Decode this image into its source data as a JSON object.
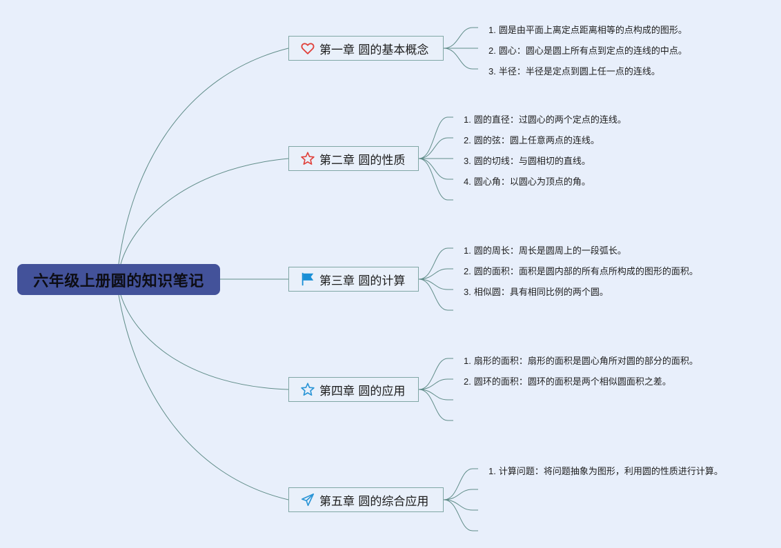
{
  "title": "六年级上册圆的知识笔记",
  "colors": {
    "background": "#e8effb",
    "root_fill": "#43529a",
    "branch_line": "#5f8c88",
    "node_border": "#7fa6a4",
    "heart": "#e0413b",
    "star_red": "#e0413b",
    "flag": "#1a8fd6",
    "star_blue": "#2a95d6",
    "plane": "#2a95d6"
  },
  "chapters": [
    {
      "label": "第一章 圆的基本概念",
      "icon": "heart-icon",
      "items": [
        {
          "num": "1.",
          "text": "圆是由平面上离定点距离相等的点构成的图形。"
        },
        {
          "num": "2.",
          "text": "圆心：圆心是圆上所有点到定点的连线的中点。"
        },
        {
          "num": "3.",
          "text": "半径：半径是定点到圆上任一点的连线。"
        }
      ],
      "empty_slots": 0
    },
    {
      "label": "第二章 圆的性质",
      "icon": "star-red-icon",
      "items": [
        {
          "num": "1.",
          "text": "圆的直径：过圆心的两个定点的连线。"
        },
        {
          "num": "2.",
          "text": "圆的弦：圆上任意两点的连线。"
        },
        {
          "num": "3.",
          "text": "圆的切线：与圆相切的直线。"
        },
        {
          "num": "4.",
          "text": "圆心角：以圆心为顶点的角。"
        }
      ],
      "empty_slots": 1
    },
    {
      "label": "第三章 圆的计算",
      "icon": "flag-icon",
      "items": [
        {
          "num": "1.",
          "text": "圆的周长：周长是圆周上的一段弧长。"
        },
        {
          "num": "2.",
          "text": "圆的面积：面积是圆内部的所有点所构成的图形的面积。"
        },
        {
          "num": "3.",
          "text": "相似圆：具有相同比例的两个圆。"
        }
      ],
      "empty_slots": 1
    },
    {
      "label": "第四章 圆的应用",
      "icon": "star-blue-icon",
      "items": [
        {
          "num": "1.",
          "text": "扇形的面积：扇形的面积是圆心角所对圆的部分的面积。"
        },
        {
          "num": "2.",
          "text": "圆环的面积：圆环的面积是两个相似圆面积之差。"
        }
      ],
      "empty_slots": 2
    },
    {
      "label": "第五章 圆的综合应用",
      "icon": "paper-plane-icon",
      "items": [
        {
          "num": "1.",
          "text": "计算问题：将问题抽象为图形，利用圆的性质进行计算。"
        }
      ],
      "empty_slots": 3
    }
  ]
}
